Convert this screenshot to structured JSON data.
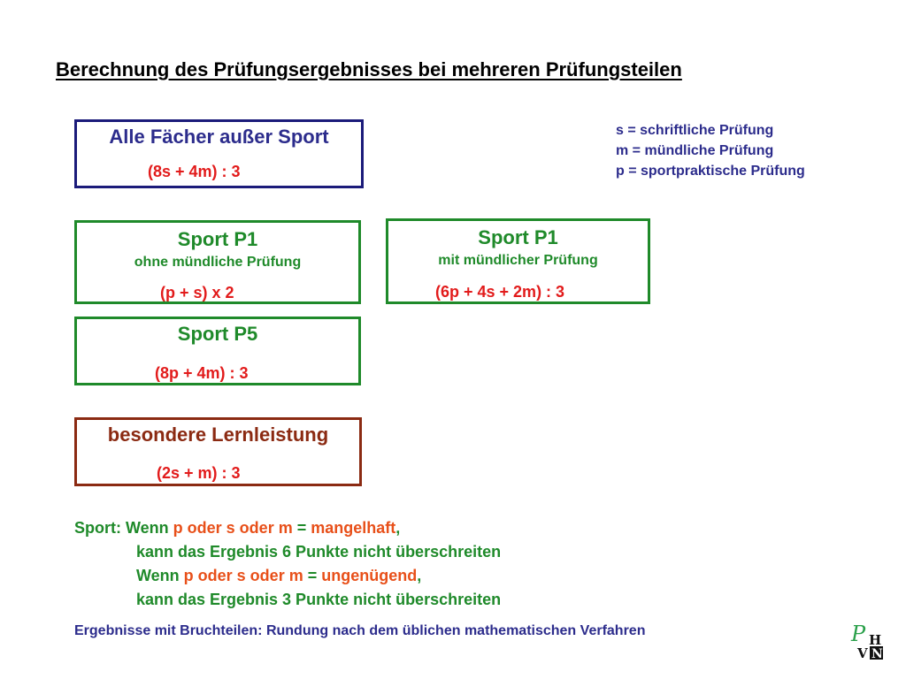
{
  "title": "Berechnung des Prüfungsergebnisses bei mehreren Prüfungsteilen",
  "boxes": {
    "alle_faecher": {
      "heading": "Alle Fächer außer Sport",
      "formula": "(8s + 4m) : 3"
    },
    "sport_p1_ohne": {
      "heading": "Sport P1",
      "subheading": "ohne mündliche Prüfung",
      "formula": "(p + s) x 2"
    },
    "sport_p1_mit": {
      "heading": "Sport P1",
      "subheading": "mit mündlicher Prüfung",
      "formula": "(6p + 4s + 2m) : 3"
    },
    "sport_p5": {
      "heading": "Sport P5",
      "formula": "(8p + 4m) : 3"
    },
    "besondere": {
      "heading": "besondere Lernleistung",
      "formula": "(2s + m) : 3"
    }
  },
  "legend": [
    "s = schriftliche Prüfung",
    "m = mündliche Prüfung",
    "p = sportpraktische Prüfung"
  ],
  "notes": {
    "line1_prefix": "Sport:",
    "line1_wenn": " Wenn ",
    "line1_cond": "p oder s oder m",
    "line1_eq": " = ",
    "line1_value": "mangelhaft",
    "line1_comma": ",",
    "line2": "kann das Ergebnis 6 Punkte nicht überschreiten",
    "line3_wenn": "Wenn ",
    "line3_cond": "p oder s oder m",
    "line3_eq": " = ",
    "line3_value": "ungenügend",
    "line3_comma": ",",
    "line4": "kann das Ergebnis 3 Punkte nicht überschreiten"
  },
  "footer": "Ergebnisse mit Bruchteilen: Rundung nach dem üblichen mathematischen Verfahren",
  "logo": {
    "icon": "ph-vn-logo",
    "letters": [
      "P",
      "H",
      "V",
      "N"
    ]
  },
  "colors": {
    "navy": "#1b1b7a",
    "green": "#1f8a2a",
    "brown": "#8b2a12",
    "red": "#e21b1b",
    "orange": "#e8501a"
  }
}
